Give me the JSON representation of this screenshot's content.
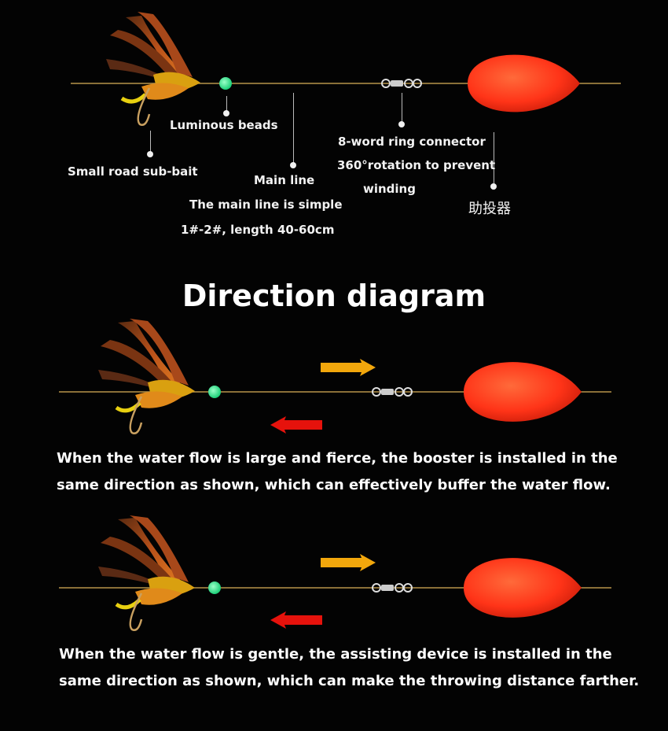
{
  "colors": {
    "background": "#030303",
    "line": "#b8944a",
    "bead": "#2be08a",
    "float": "#ff3a1c",
    "arrow_forward": "#f2a70c",
    "arrow_back": "#e6120c"
  },
  "top": {
    "labels": {
      "luminous_beads": "Luminous beads",
      "eight_word_connector": "8-word ring connector",
      "rotation_1": "360°rotation to prevent",
      "rotation_2": "winding",
      "small_road": "Small road sub-bait",
      "main_line": "Main line",
      "main_line_desc_1": "The main line is simple",
      "main_line_desc_2": "1#-2#, length 40-60cm",
      "booster": "助投器"
    }
  },
  "title": "Direction diagram",
  "sections": [
    {
      "caption": "When the water flow is large and fierce, the booster is installed in the same direction as shown, which can effectively buffer the water flow."
    },
    {
      "caption": "When the water flow is gentle, the assisting device is installed in the same direction as shown, which can make the throwing distance farther."
    }
  ]
}
